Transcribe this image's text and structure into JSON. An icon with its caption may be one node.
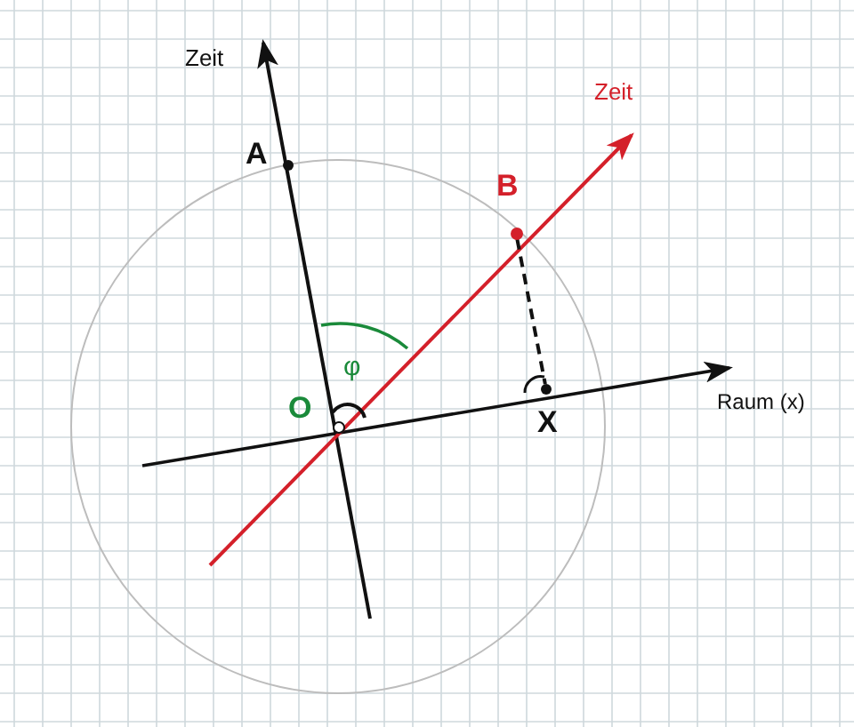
{
  "diagram": {
    "nodes": [
      {
        "text": [],
        "shape": "circle",
        "beside": [
          "A"
        ]
      },
      {
        "text": [],
        "shape": "circle",
        "beside": [
          "B"
        ]
      },
      {
        "text": [],
        "shape": "circle",
        "beside": [
          "O"
        ]
      },
      {
        "text": [],
        "shape": "circle",
        "beside": [
          "X"
        ]
      }
    ],
    "edges": [
      {
        "from": 1,
        "to": 3,
        "arrow": "none",
        "style": "dashed"
      }
    ],
    "labels": [
      "Zeit",
      "Zeit",
      "Raum (x)",
      "φ"
    ]
  }
}
